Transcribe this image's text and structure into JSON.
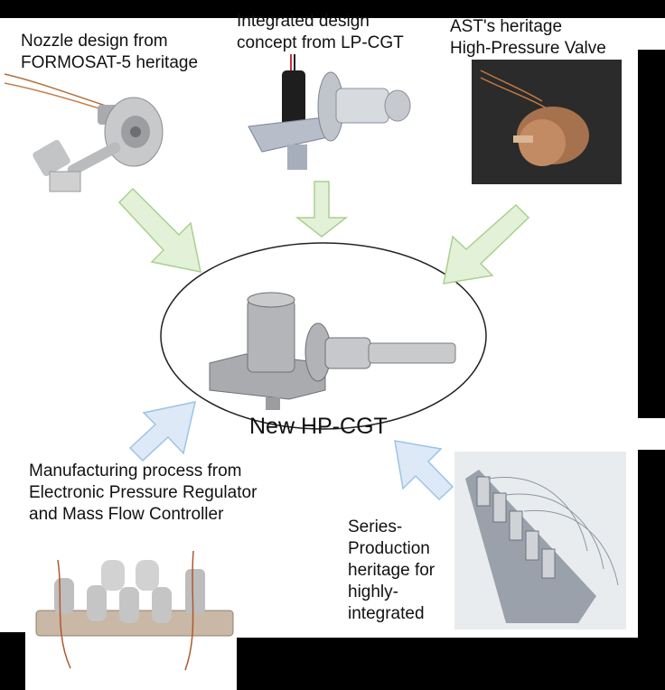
{
  "labels": {
    "nozzle": [
      "Nozzle design from",
      "FORMOSAT-5 heritage"
    ],
    "integrated": [
      "Integrated design",
      "concept from LP-CGT"
    ],
    "ast": [
      "AST's heritage",
      "High-Pressure Valve"
    ],
    "manufacturing": [
      "Manufacturing process from",
      "Electronic Pressure Regulator",
      "and Mass Flow Controller"
    ],
    "series": [
      "Series-",
      "Production",
      "heritage for",
      "highly-",
      "integrated"
    ],
    "center": "New HP-CGT"
  },
  "colors": {
    "green_arrow_fill": "#e3f1d9",
    "green_arrow_stroke": "#a9d08e",
    "blue_arrow_fill": "#dde9f6",
    "blue_arrow_stroke": "#9dc3e6"
  },
  "icons": [
    "nozzle-photo",
    "lp-cgt-model",
    "valve-photo",
    "hp-cgt-model",
    "regulator-photo",
    "series-production-photo"
  ]
}
